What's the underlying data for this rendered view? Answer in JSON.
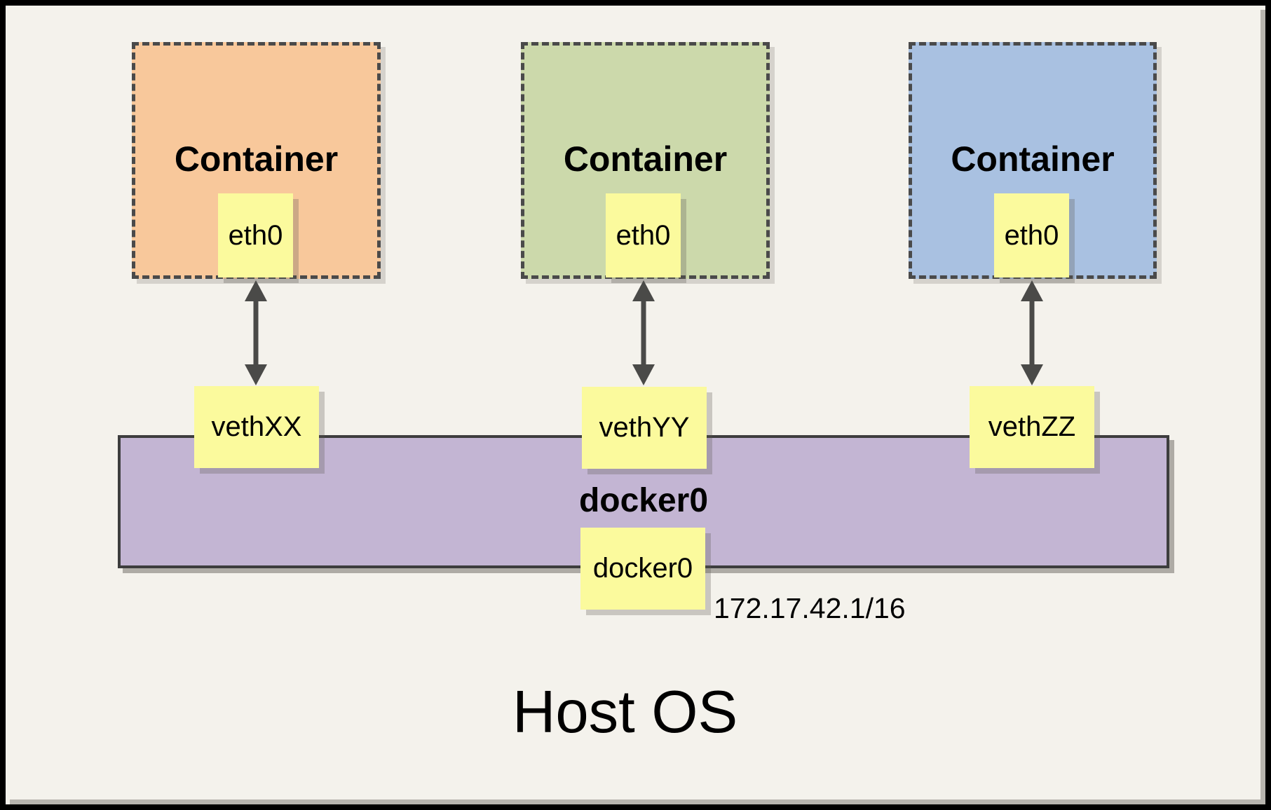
{
  "page": {
    "background": "#f4f2ec",
    "frame_color": "#000000",
    "edge_shadow_color": "#b7b4ae"
  },
  "host": {
    "label": "Host OS"
  },
  "bridge": {
    "name": "docker0",
    "interface_label": "docker0",
    "ip": "172.17.42.1/16",
    "fill": "#c3b5d3",
    "border_color": "#3d3d3d"
  },
  "containers": [
    {
      "label": "Container",
      "interface": "eth0",
      "veth": "vethXX",
      "fill": "#f8c89b"
    },
    {
      "label": "Container",
      "interface": "eth0",
      "veth": "vethYY",
      "fill": "#ccd9ab"
    },
    {
      "label": "Container",
      "interface": "eth0",
      "veth": "vethZZ",
      "fill": "#a9c1e1"
    }
  ],
  "note_fill": "#fbfa9d",
  "arrow_color": "#4a4a48",
  "dash_border_color": "#4a4a4a"
}
